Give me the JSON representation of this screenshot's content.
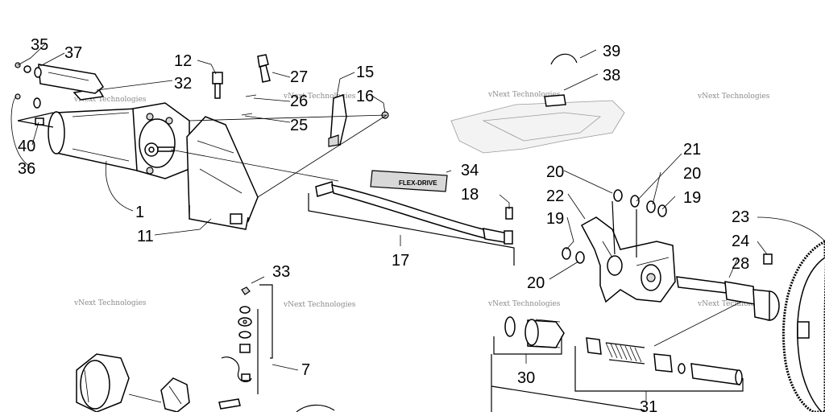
{
  "callouts": {
    "c1": "1",
    "c7": "7",
    "c11": "11",
    "c12": "12",
    "c15": "15",
    "c16": "16",
    "c17": "17",
    "c18": "18",
    "c19a": "19",
    "c19b": "19",
    "c20a": "20",
    "c20b": "20",
    "c20c": "20",
    "c21": "21",
    "c22": "22",
    "c23": "23",
    "c24": "24",
    "c25": "25",
    "c26": "26",
    "c27": "27",
    "c28": "28",
    "c30": "30",
    "c31": "31",
    "c32": "32",
    "c33": "33",
    "c34": "34",
    "c35": "35",
    "c36": "36",
    "c37": "37",
    "c38": "38",
    "c39": "39",
    "c40": "40"
  },
  "decal_text": "FLEX-DRIVE",
  "watermarks": [
    "vNext Technologies",
    "vNext Technologies",
    "vNext Technologies",
    "vNext Technologies",
    "vNext Technologies",
    "vNext Technologies",
    "vNext Technologies",
    "vNext Technologies"
  ]
}
